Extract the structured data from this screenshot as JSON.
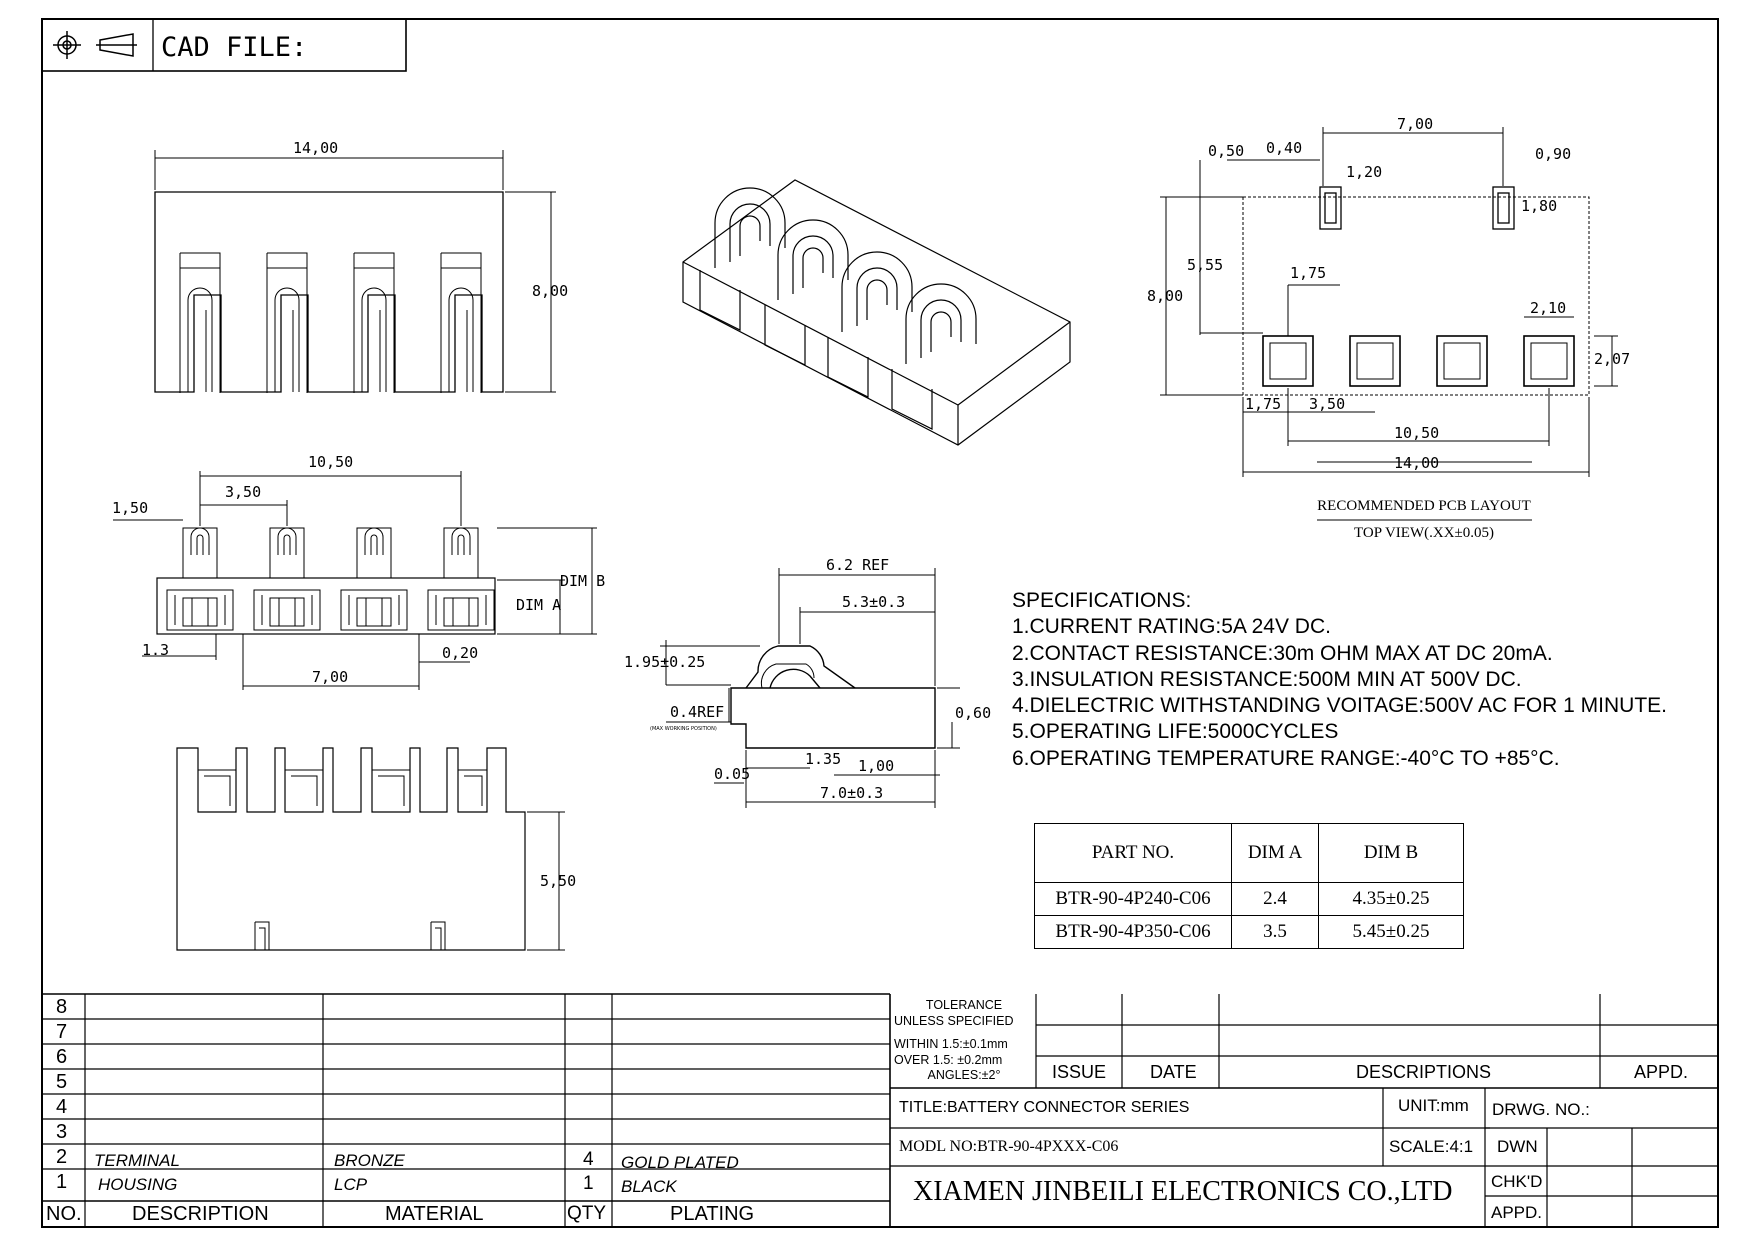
{
  "header": {
    "cad_file_label": "CAD FILE:",
    "symbols": [
      "first-angle-projection-circle-icon",
      "first-angle-projection-cone-icon"
    ]
  },
  "front_view": {
    "width": "14,00",
    "height": "8,00"
  },
  "side_view": {
    "pitch_total": "10,50",
    "pitch": "3,50",
    "edge": "1,50",
    "dim_b": "DIM B",
    "dim_a": "DIM A",
    "left": "1.3",
    "pin_span": "7,00",
    "pin_width": "0,20"
  },
  "bottom_view": {
    "height": "5,50"
  },
  "section_view": {
    "ref_len": "6.2 REF",
    "contact_len": "5.3±0.3",
    "contact_height": "1.95±0.25",
    "working_ref": "0.4REF",
    "working_note": "(MAX WORKING POSITION)",
    "standoff": "0,60",
    "gap": "0.05",
    "tail": "1.35",
    "tail2": "1,00",
    "body_len": "7.0±0.3"
  },
  "pcb_layout": {
    "top": "7,00",
    "d050": "0,50",
    "d040": "0,40",
    "d120": "1,20",
    "d090": "0,90",
    "d180": "1,80",
    "d555": "5,55",
    "d800": "8,00",
    "d175": "1,75",
    "d210": "2,10",
    "d207": "2,07",
    "b175": "1,75",
    "b350": "3,50",
    "b1050": "10,50",
    "b1400": "14,00",
    "caption": "RECOMMENDED PCB LAYOUT",
    "subcaption": "TOP VIEW(.XX±0.05)"
  },
  "specifications": {
    "title": "SPECIFICATIONS:",
    "items": [
      "1.CURRENT RATING:5A 24V DC.",
      "2.CONTACT RESISTANCE:30m OHM MAX AT DC 20mA.",
      "3.INSULATION RESISTANCE:500M  MIN AT 500V DC.",
      "4.DIELECTRIC WITHSTANDING VOITAGE:500V AC FOR 1 MINUTE.",
      "5.OPERATING LIFE:5000CYCLES",
      "6.OPERATING TEMPERATURE RANGE:-40°C TO +85°C."
    ]
  },
  "parts_table": {
    "headers": [
      "PART NO.",
      "DIM A",
      "DIM B"
    ],
    "rows": [
      [
        "BTR-90-4P240-C06",
        "2.4",
        "4.35±0.25"
      ],
      [
        "BTR-90-4P350-C06",
        "3.5",
        "5.45±0.25"
      ]
    ]
  },
  "bom": {
    "row_numbers": [
      "8",
      "7",
      "6",
      "5",
      "4",
      "3"
    ],
    "rows": [
      {
        "no": "2",
        "description": "TERMINAL",
        "material": "BRONZE",
        "qty": "4",
        "plating": "GOLD PLATED"
      },
      {
        "no": "1",
        "description": "HOUSING",
        "material": "LCP",
        "qty": "1",
        "plating": "BLACK"
      }
    ],
    "headers": {
      "no": "NO.",
      "description": "DESCRIPTION",
      "material": "MATERIAL",
      "qty": "QTY",
      "plating": "PLATING"
    }
  },
  "title_block": {
    "tolerance": [
      "TOLERANCE",
      "UNLESS SPECIFIED",
      "WITHIN 1.5:±0.1mm",
      "OVER 1.5: ±0.2mm",
      "ANGLES:±2°"
    ],
    "issue": "ISSUE",
    "date": "DATE",
    "descriptions": "DESCRIPTIONS",
    "appd": "APPD.",
    "title": "TITLE:BATTERY CONNECTOR SERIES",
    "unit": "UNIT:mm",
    "drwg_no": "DRWG. NO.:",
    "model": "MODL NO:BTR-90-4PXXX-C06",
    "scale": "SCALE:4:1",
    "dwn": "DWN",
    "company": "XIAMEN JINBEILI ELECTRONICS CO.,LTD",
    "chkd": "CHK'D",
    "appd2": "APPD."
  }
}
